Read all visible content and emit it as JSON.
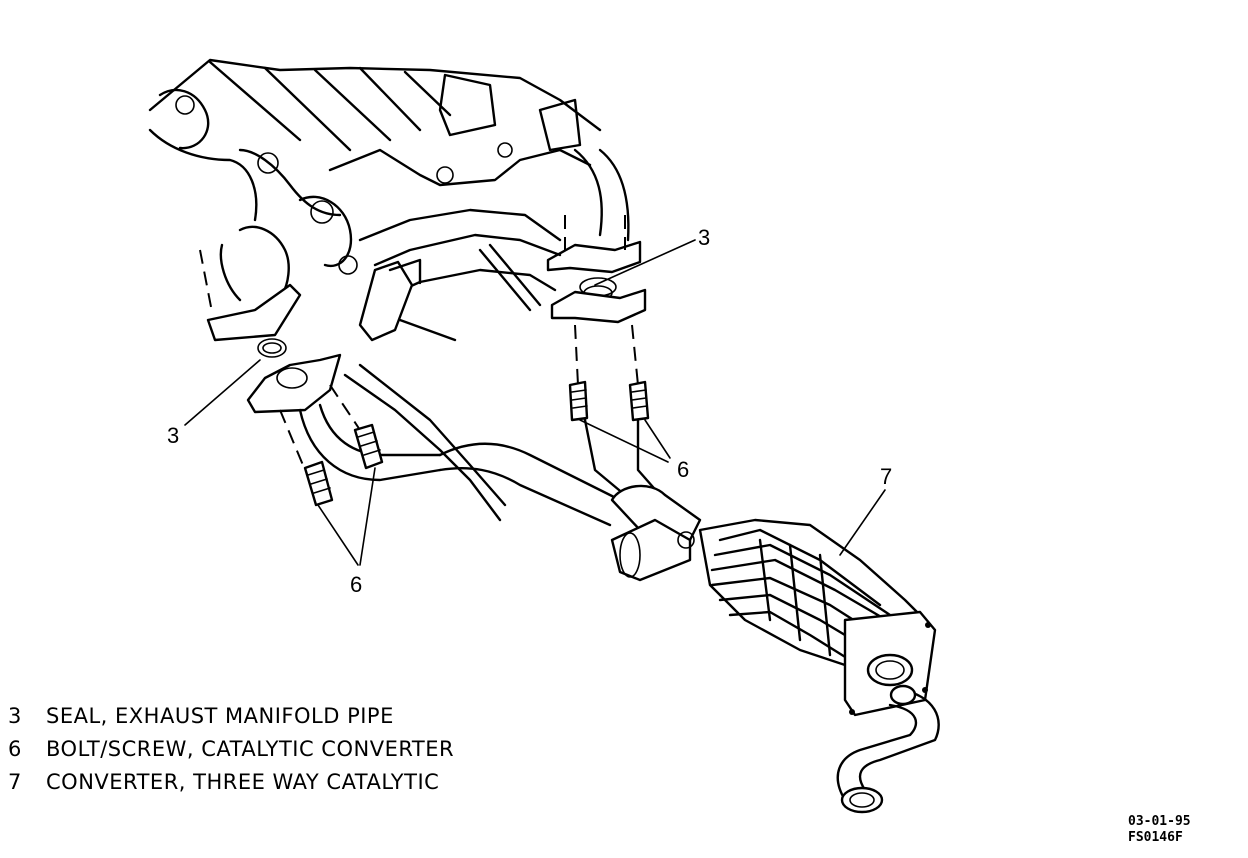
{
  "callouts": [
    {
      "id": "seal-right",
      "number": "3"
    },
    {
      "id": "seal-left",
      "number": "3"
    },
    {
      "id": "bolts-right",
      "number": "6"
    },
    {
      "id": "bolts-left",
      "number": "6"
    },
    {
      "id": "converter",
      "number": "7"
    }
  ],
  "legend": [
    {
      "number": "3",
      "text": "SEAL, EXHAUST MANIFOLD PIPE"
    },
    {
      "number": "6",
      "text": "BOLT/SCREW, CATALYTIC CONVERTER"
    },
    {
      "number": "7",
      "text": "CONVERTER, THREE WAY CATALYTIC"
    }
  ],
  "figure_code": {
    "date": "03-01-95",
    "id": "FS0146F"
  }
}
